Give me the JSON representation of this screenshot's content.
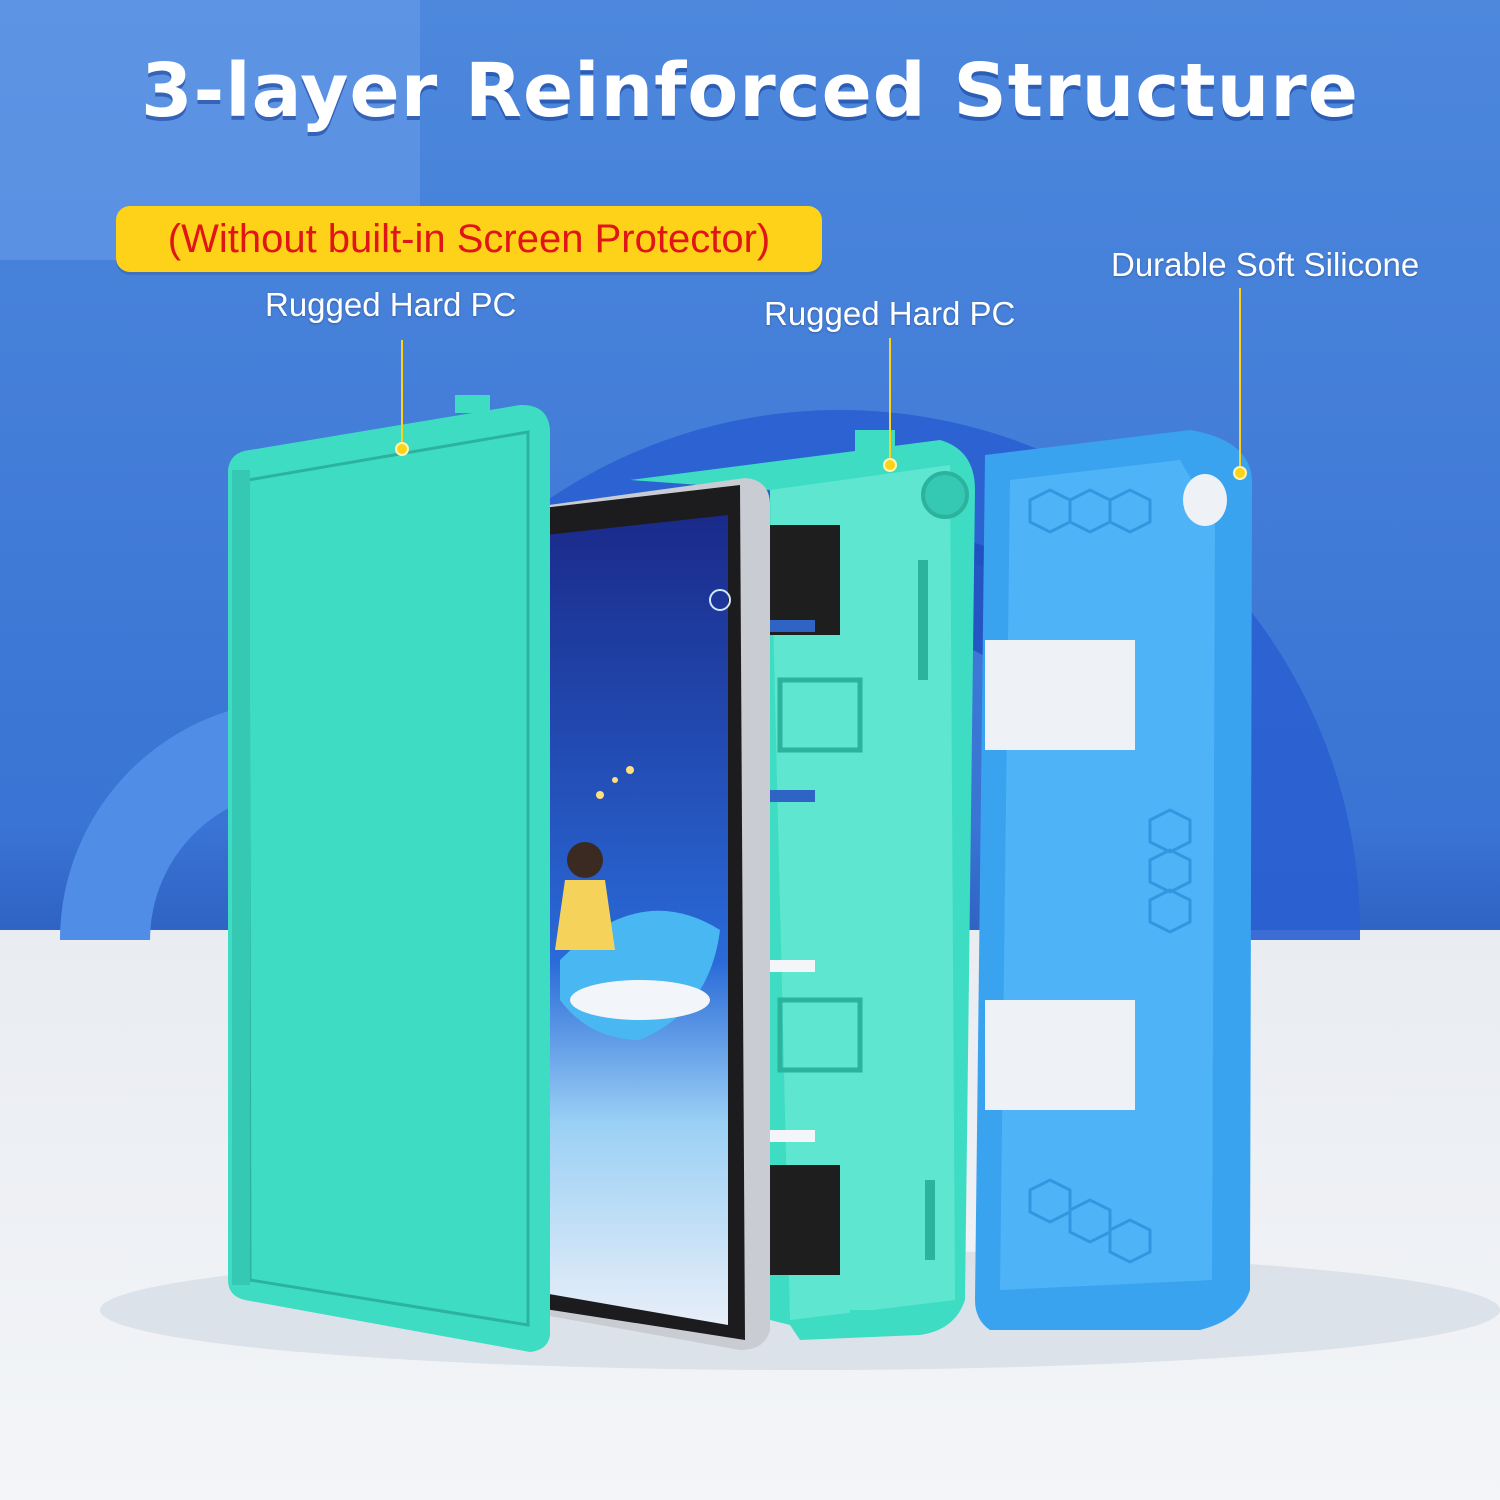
{
  "headline": "3-layer Reinforced Structure",
  "notice": "(Without built-in Screen Protector)",
  "callouts": {
    "front_frame": "Rugged Hard PC",
    "back_shell": "Rugged Hard PC",
    "silicone": "Durable Soft Silicone"
  },
  "colors": {
    "background_blue": "#3a74d4",
    "mint_pc": "#3fdcc4",
    "silicone_blue": "#3aa3f0",
    "badge_yellow": "#ffd21a",
    "notice_red": "#e01616"
  }
}
